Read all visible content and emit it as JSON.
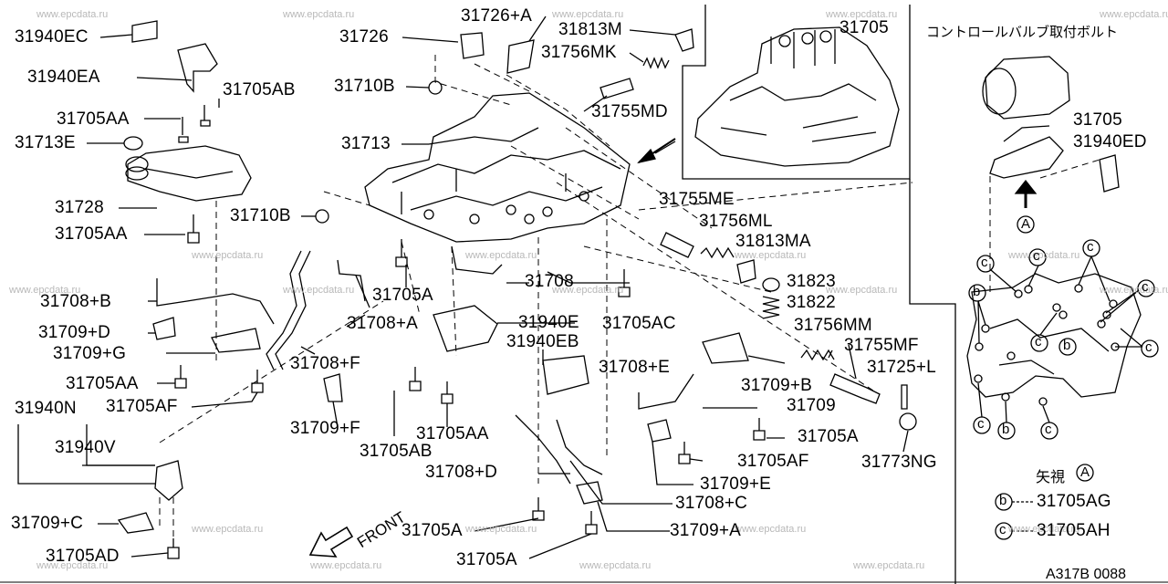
{
  "diagram": {
    "watermark": "www.epcdata.ru",
    "code": "A317B 0088",
    "front_label": "FRONT",
    "inset_title": "コントロールバルブ取付ボルト",
    "view_label": "矢視",
    "view_letter": "A",
    "legend": [
      {
        "letter": "b",
        "part": "31705AG"
      },
      {
        "letter": "c",
        "part": "31705AH"
      }
    ],
    "inset_parts": [
      "31705",
      "31705",
      "31940ED"
    ],
    "parts": [
      "31940EC",
      "31940EA",
      "31705AB",
      "31705AA",
      "31713E",
      "31728",
      "31705AA",
      "31726",
      "31726+A",
      "31710B",
      "31813M",
      "31756MK",
      "31755MD",
      "31705",
      "31713",
      "31710B",
      "31755ME",
      "31756ML",
      "31813MA",
      "31823",
      "31822",
      "31708",
      "31705A",
      "31708+A",
      "31705AC",
      "31940E",
      "31940EB",
      "31708+B",
      "31709+D",
      "31709+G",
      "31705AA",
      "31705AF",
      "31708+F",
      "31709+F",
      "31705AB",
      "31705AA",
      "31756MM",
      "31755MF",
      "31725+L",
      "31708+E",
      "31709+B",
      "31709",
      "31705A",
      "31705AF",
      "31773NG",
      "31709+E",
      "31940N",
      "31940V",
      "31708+D",
      "31708+C",
      "31709+C",
      "31705A",
      "31705A",
      "31709+A",
      "31705AD"
    ]
  }
}
